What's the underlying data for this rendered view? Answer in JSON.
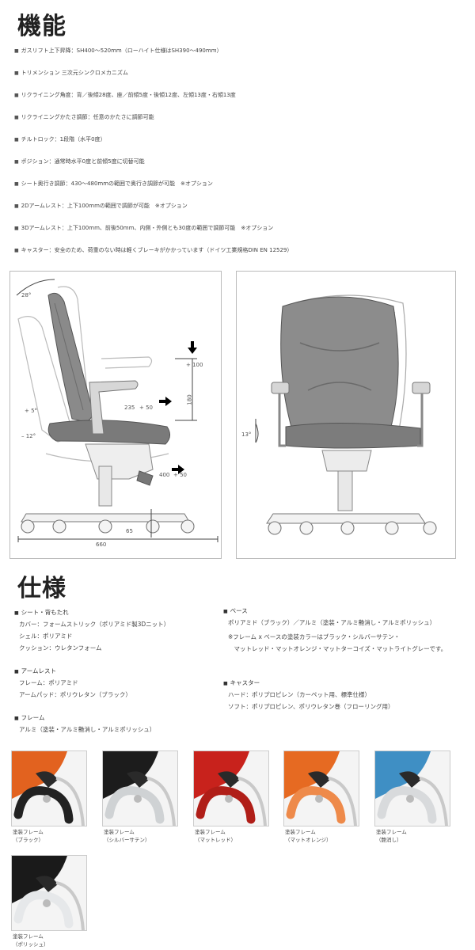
{
  "features": {
    "title": "機能",
    "items": [
      "ガスリフト上下昇降：SH400〜520mm（ローハイト仕様はSH390〜490mm）",
      "トリメンション 三次元シンクロメカニズム",
      "リクライニング角度：背／後傾28度、座／前傾5度・後傾12度、左傾13度・右傾13度",
      "リクライニングかたさ調節：任意のかたさに調節可能",
      "チルトロック：1段階（水平0度）",
      "ポジション：通常時水平0度と前傾5度に切替可能",
      "シート奥行き調節：430〜480mmの範囲で奥行き調節が可能　※オプション",
      "2Dアームレスト：上下100mmの範囲で調節が可能　※オプション",
      "3Dアームレスト：上下100mm、前後50mm、内側・外側とも30度の範囲で調節可能　※オプション",
      "キャスター：安全のため、荷重のない時は軽くブレーキがかかっています（ドイツ工業規格DIN EN 12529）"
    ]
  },
  "diagram": {
    "back_angle": "28°",
    "up_100": "+ 100",
    "arm_travel": "180",
    "depth_235": "235",
    "plus_50_arm": "+ 50",
    "fwd_5": "+ 5°",
    "back_12": "– 12°",
    "seat_400": "400",
    "plus_50_seat": "+ 50",
    "height_65": "65",
    "width_660": "660",
    "side_13": "13°"
  },
  "specs": {
    "title": "仕様",
    "left": [
      {
        "heading": "シート・背もたれ",
        "lines": [
          "カバー：フォームストリック（ポリアミド製3Dニット）",
          "シェル：ポリアミド",
          "クッション：ウレタンフォーム"
        ]
      },
      {
        "heading": "アームレスト",
        "lines": [
          "フレーム：ポリアミド",
          "アームパッド：ポリウレタン（ブラック）"
        ]
      },
      {
        "heading": "フレーム",
        "lines": [
          "アルミ（塗装・アルミ艶消し・アルミポリッシュ）"
        ]
      }
    ],
    "right": [
      {
        "heading": "ベース",
        "lines": [
          "ポリアミド（ブラック）／アルミ（塗装・アルミ艶消し・アルミポリッシュ）",
          "※フレーム x ベースの塗装カラーはブラック・シルバーサテン・",
          "　マットレッド・マットオレンジ・マットターコイズ・マットライトグレーです。"
        ]
      },
      {
        "heading": "キャスター",
        "lines": [
          "ハード：ポリプロピレン（カーペット用、標準仕様）",
          "ソフト：ポリプロピレン、ポリウレタン巻（フローリング用）"
        ]
      }
    ]
  },
  "swatches": [
    {
      "line1": "塗装フレーム",
      "line2": "（ブラック）",
      "color": "#e2621f",
      "frame": "#222222"
    },
    {
      "line1": "塗装フレーム",
      "line2": "（シルバーサテン）",
      "color": "#1c1c1c",
      "frame": "#cfd2d4"
    },
    {
      "line1": "塗装フレーム",
      "line2": "（マットレッド）",
      "color": "#c8221c",
      "frame": "#b01e18"
    },
    {
      "line1": "塗装フレーム",
      "line2": "（マットオレンジ）",
      "color": "#e66a22",
      "frame": "#ee8a4a"
    },
    {
      "line1": "塗装フレーム",
      "line2": "（艶消し）",
      "color": "#3f8fc4",
      "frame": "#d8dadc"
    },
    {
      "line1": "塗装フレーム",
      "line2": "（ポリッシュ）",
      "color": "#1a1a1a",
      "frame": "#e6e8ea"
    }
  ]
}
